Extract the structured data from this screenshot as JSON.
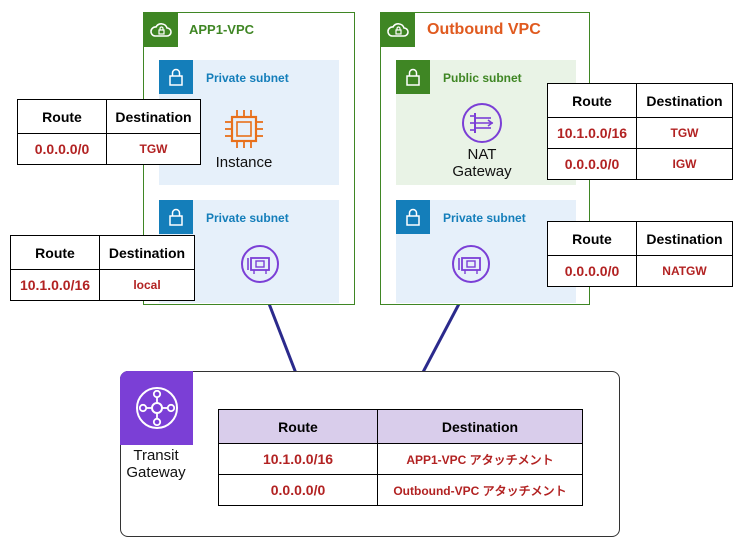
{
  "vpcs": {
    "app1": {
      "title": "APP1-VPC",
      "subnet_top": {
        "label": "Private subnet",
        "icon": "lock-icon"
      },
      "subnet_bottom": {
        "label": "Private subnet",
        "icon": "lock-icon"
      },
      "instance": {
        "label": "Instance",
        "icon": "ec2-instance-icon"
      },
      "eni": {
        "icon": "network-interface-icon"
      }
    },
    "outbound": {
      "title": "Outbound VPC",
      "subnet_top": {
        "label": "Public subnet",
        "icon": "lock-icon"
      },
      "subnet_bottom": {
        "label": "Private subnet",
        "icon": "lock-icon"
      },
      "nat": {
        "label_line1": "NAT",
        "label_line2": "Gateway",
        "icon": "nat-gateway-icon"
      },
      "eni": {
        "icon": "network-interface-icon"
      }
    }
  },
  "route_tables": {
    "app1_instance": {
      "headers": [
        "Route",
        "Destination"
      ],
      "rows": [
        {
          "route": "0.0.0.0/0",
          "destination": "TGW"
        }
      ]
    },
    "app1_eni": {
      "headers": [
        "Route",
        "Destination"
      ],
      "rows": [
        {
          "route": "10.1.0.0/16",
          "destination": "local"
        }
      ]
    },
    "outbound_public": {
      "headers": [
        "Route",
        "Destination"
      ],
      "rows": [
        {
          "route": "10.1.0.0/16",
          "destination": "TGW"
        },
        {
          "route": "0.0.0.0/0",
          "destination": "IGW"
        }
      ]
    },
    "outbound_private": {
      "headers": [
        "Route",
        "Destination"
      ],
      "rows": [
        {
          "route": "0.0.0.0/0",
          "destination": "NATGW"
        }
      ]
    },
    "tgw": {
      "headers": [
        "Route",
        "Destination"
      ],
      "rows": [
        {
          "route": "10.1.0.0/16",
          "destination": "APP1-VPC アタッチメント"
        },
        {
          "route": "0.0.0.0/0",
          "destination": "Outbound-VPC アタッチメント"
        }
      ]
    }
  },
  "transit_gateway": {
    "label_line1": "Transit",
    "label_line2": "Gateway",
    "icon": "transit-gateway-icon"
  },
  "colors": {
    "vpc_green": "#3f8624",
    "outbound_title": "#e05a1f",
    "subnet_blue": "#147eba",
    "route_red": "#b22222",
    "purple": "#7b3fd6",
    "tgw_header": "#d9cdeb",
    "connector": "#2b2a8c"
  }
}
